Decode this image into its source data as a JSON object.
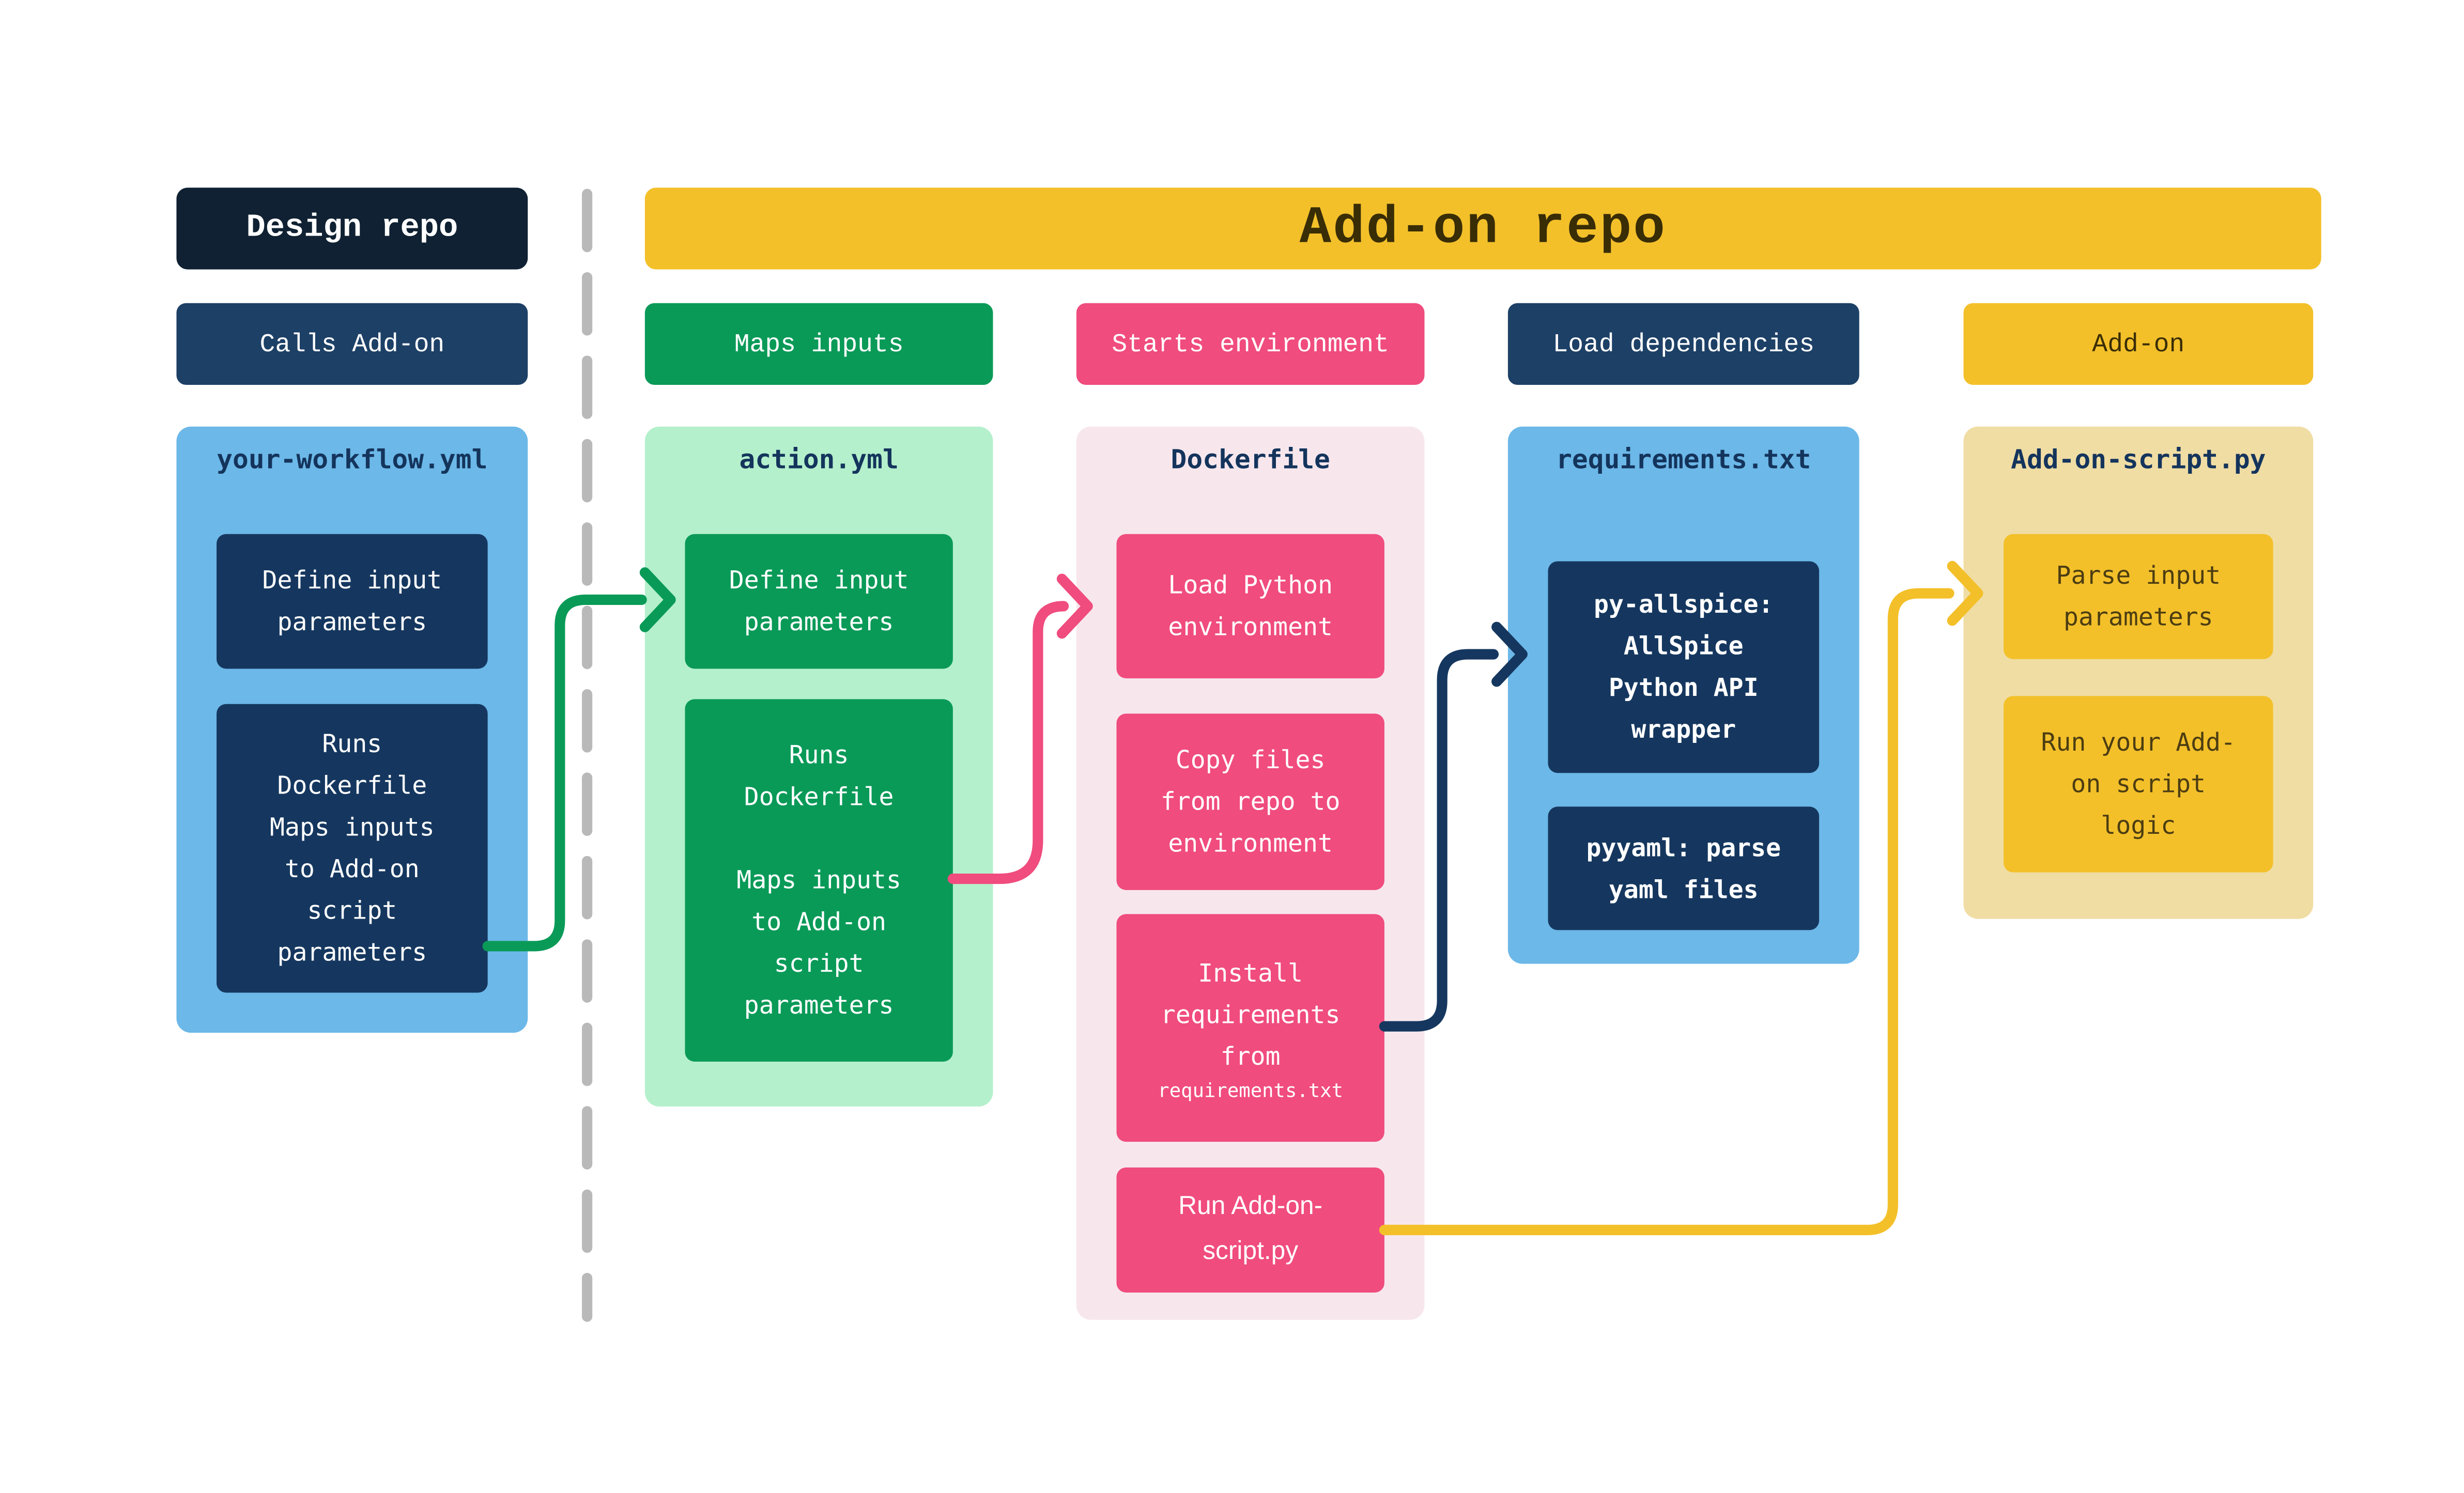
{
  "palette": {
    "background": "#ffffff",
    "navy_dark_header": "#0f2132",
    "navy_header": "#1d4066",
    "navy_box": "#15375f",
    "blue_light_container": "#6cb8e8",
    "green": "#0a9a58",
    "mint_container": "#b4f0cc",
    "pink": "#f04c7e",
    "pink_light_container": "#f7e7ed",
    "yellow": "#f3c02a",
    "tan_container": "#f0dda4",
    "brown_text_on_yellow": "#4c3d12",
    "dark_text_on_yellow": "#392d06",
    "title_text_navy": "#14345c",
    "divider_gray": "#b9b9b9"
  },
  "headers": {
    "design_repo": "Design repo",
    "addon_repo": "Add-on repo"
  },
  "divider": {
    "color": "#b9b9b9"
  },
  "columns": [
    {
      "tag": "Calls Add-on",
      "file": "your-workflow.yml",
      "boxes": [
        {
          "text": "Define input\nparameters"
        },
        {
          "text": "Runs\nDockerfile\nMaps inputs\nto Add-on\nscript\nparameters"
        }
      ]
    },
    {
      "tag": "Maps inputs",
      "file": "action.yml",
      "boxes": [
        {
          "text": "Define input\nparameters"
        },
        {
          "text": "Runs\nDockerfile\n\nMaps inputs\nto Add-on\nscript\nparameters"
        }
      ]
    },
    {
      "tag": "Starts environment",
      "file": "Dockerfile",
      "boxes": [
        {
          "text": "Load Python\nenvironment"
        },
        {
          "text": "Copy files\nfrom repo to\nenvironment"
        },
        {
          "text": "Install\nrequirements\nfrom",
          "code": "requirements.txt"
        },
        {
          "text": "Run Add-on-\nscript.py"
        }
      ]
    },
    {
      "tag": "Load dependencies",
      "file": "requirements.txt",
      "boxes": [
        {
          "text": "py-allspice:\nAllSpice\nPython API\nwrapper"
        },
        {
          "text": "pyyaml: parse\nyaml files"
        }
      ]
    },
    {
      "tag": "Add-on",
      "file": "Add-on-script.py",
      "boxes": [
        {
          "text": "Parse input\nparameters"
        },
        {
          "text": "Run your Add-\non script\nlogic"
        }
      ]
    }
  ],
  "arrows": [
    {
      "name": "workflow-to-action",
      "color": "#0a9a58",
      "from": "your-workflow.yml: Runs Dockerfile",
      "to": "action.yml: Define input parameters"
    },
    {
      "name": "action-to-dockerfile",
      "color": "#f04c7e",
      "from": "action.yml: Maps inputs",
      "to": "Dockerfile: Load Python environment"
    },
    {
      "name": "dockerfile-to-requirements",
      "color": "#15375f",
      "from": "Dockerfile: Install requirements",
      "to": "requirements.txt: py-allspice"
    },
    {
      "name": "dockerfile-to-addon-script",
      "color": "#f3c02a",
      "from": "Dockerfile: Run Add-on-script.py",
      "to": "Add-on-script.py: Parse input parameters"
    }
  ]
}
